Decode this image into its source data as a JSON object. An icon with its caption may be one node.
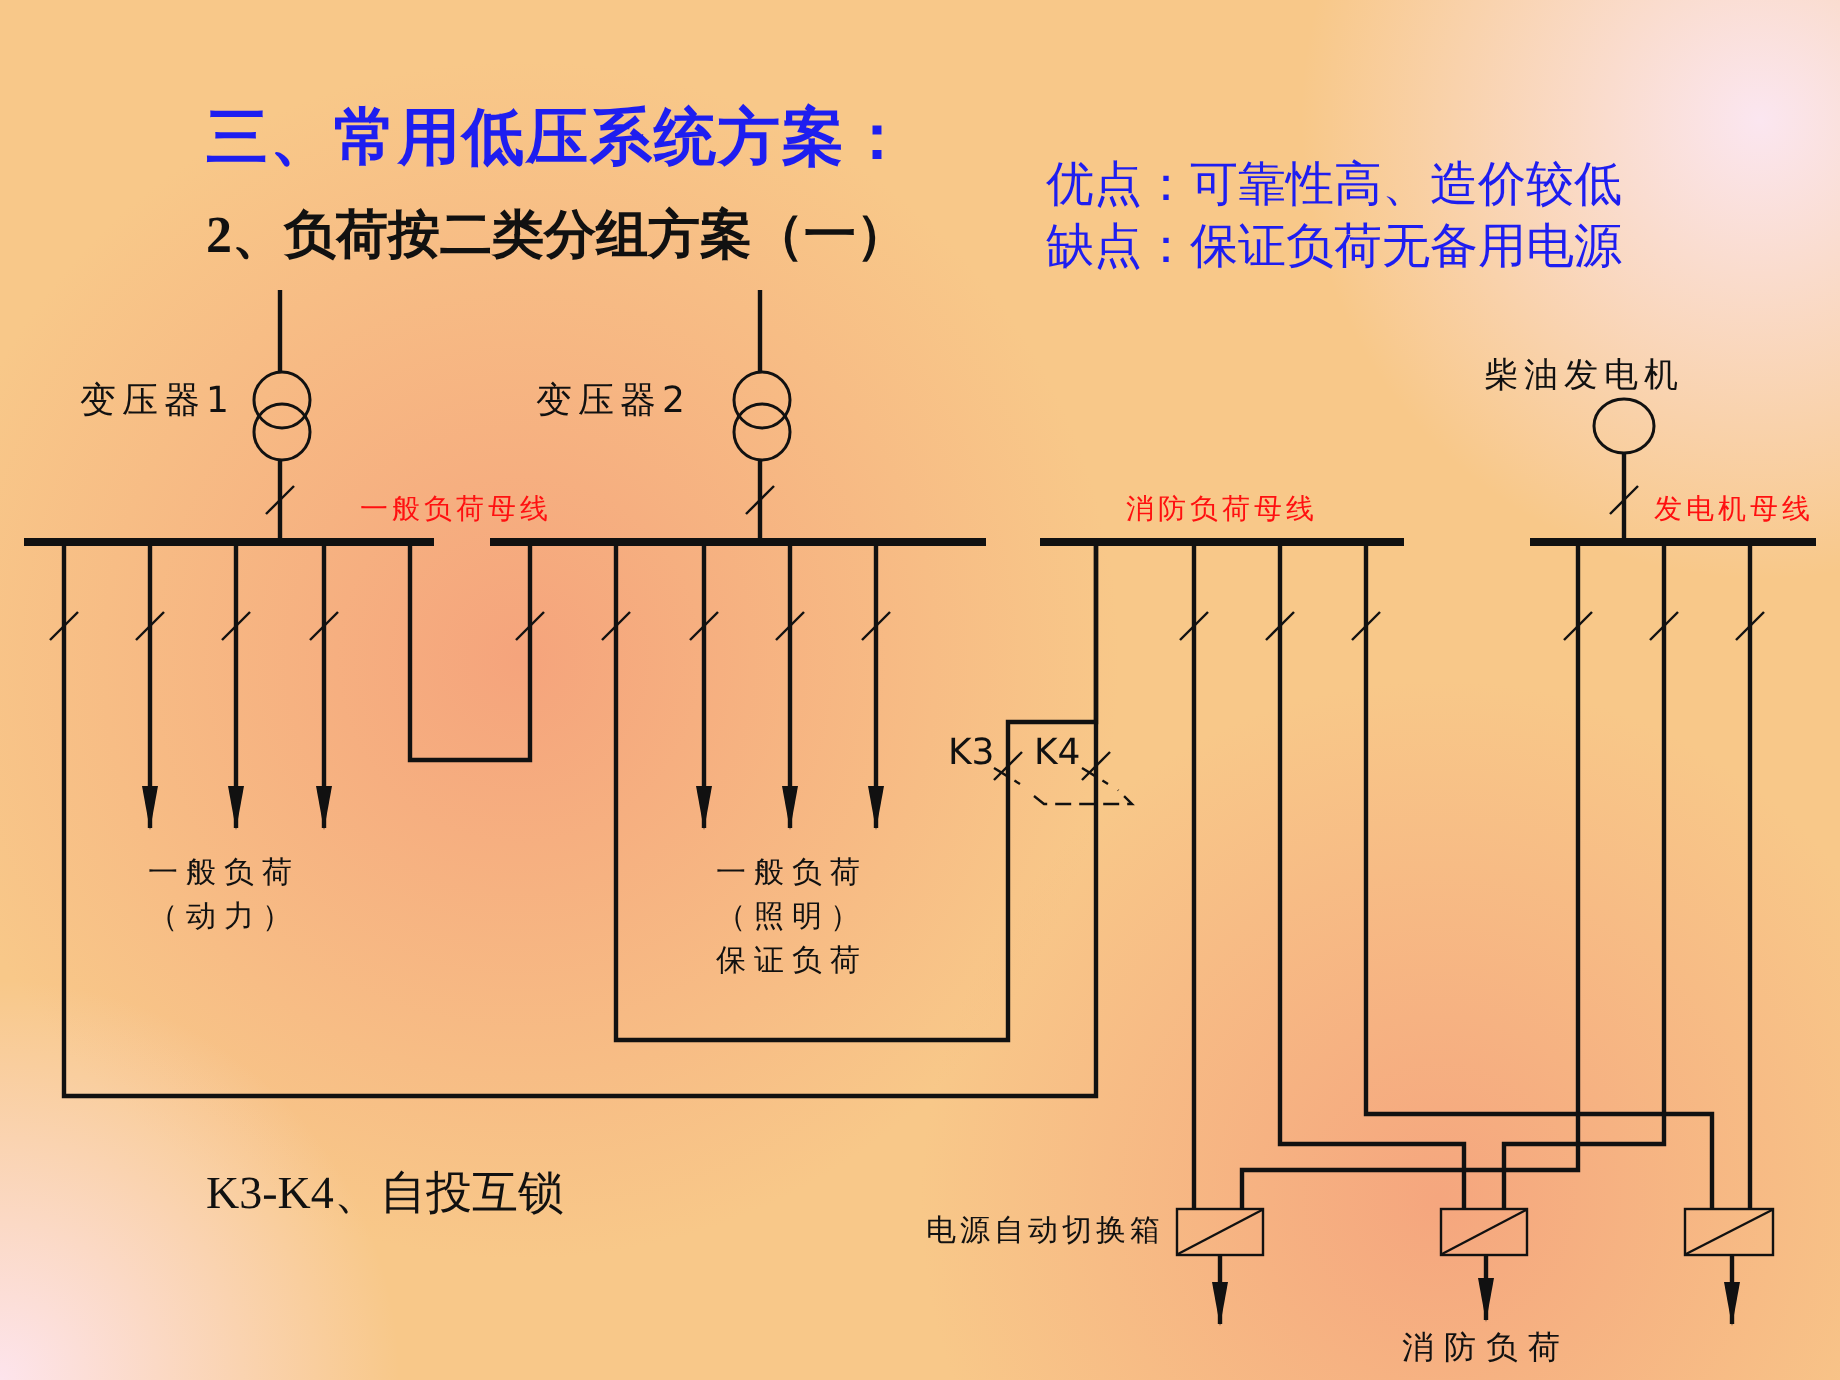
{
  "diagram": {
    "title": "三、常用低压系统方案：",
    "nodes": [
      {
        "text": [
          "变压器1"
        ]
      },
      {
        "text": [
          "变压器2"
        ]
      },
      {
        "text": [
          "柴油发电机"
        ]
      },
      {
        "text": [
          "一般负荷母线"
        ]
      },
      {
        "text": [],
        "shape": "bar"
      },
      {
        "text": [
          "消防负荷母线"
        ]
      },
      {
        "text": [
          "发电机母线"
        ]
      },
      {
        "text": [],
        "shape": "box",
        "beside": [
          "电源自动切换箱"
        ]
      },
      {
        "text": [],
        "shape": "box"
      },
      {
        "text": [],
        "shape": "box"
      },
      {
        "text": [
          "一般负荷（动力）"
        ]
      },
      {
        "text": [
          "一般负荷（照明）保证负荷"
        ]
      },
      {
        "text": [
          "消防负荷"
        ]
      }
    ],
    "edges": [
      {
        "from": null,
        "to": 0,
        "arrow": "none"
      },
      {
        "from": null,
        "to": 1,
        "arrow": "none"
      },
      {
        "from": 0,
        "to": 3,
        "arrow": "none"
      },
      {
        "from": 1,
        "to": 4,
        "arrow": "none"
      },
      {
        "from": 2,
        "to": 6,
        "arrow": "none"
      },
      {
        "from": 3,
        "to": 10,
        "arrow": "to"
      },
      {
        "from": 3,
        "to": 10,
        "arrow": "to"
      },
      {
        "from": 3,
        "to": 10,
        "arrow": "to"
      },
      {
        "from": 4,
        "to": 11,
        "arrow": "to"
      },
      {
        "from": 4,
        "to": 11,
        "arrow": "to"
      },
      {
        "from": 4,
        "to": 11,
        "arrow": "to"
      },
      {
        "from": 3,
        "to": 4,
        "arrow": "none"
      },
      {
        "from": 3,
        "to": 5,
        "arrow": "none"
      },
      {
        "from": 4,
        "to": 5,
        "arrow": "none"
      },
      {
        "from": 5,
        "to": 7,
        "arrow": "none"
      },
      {
        "from": 5,
        "to": 8,
        "arrow": "none"
      },
      {
        "from": 5,
        "to": 9,
        "arrow": "none"
      },
      {
        "from": 6,
        "to": 7,
        "arrow": "none"
      },
      {
        "from": 6,
        "to": 8,
        "arrow": "none"
      },
      {
        "from": 6,
        "to": 9,
        "arrow": "none"
      },
      {
        "from": 7,
        "to": null,
        "arrow": "to"
      },
      {
        "from": 8,
        "to": 12,
        "arrow": "to"
      },
      {
        "from": 9,
        "to": null,
        "arrow": "to"
      }
    ],
    "labels": [
      "2、负荷按二类分组方案（一）",
      "优点：可靠性高、造价较低",
      "缺点：保证负荷无备用电源",
      "K3",
      "K4",
      "K3-K4、自投互锁"
    ]
  }
}
